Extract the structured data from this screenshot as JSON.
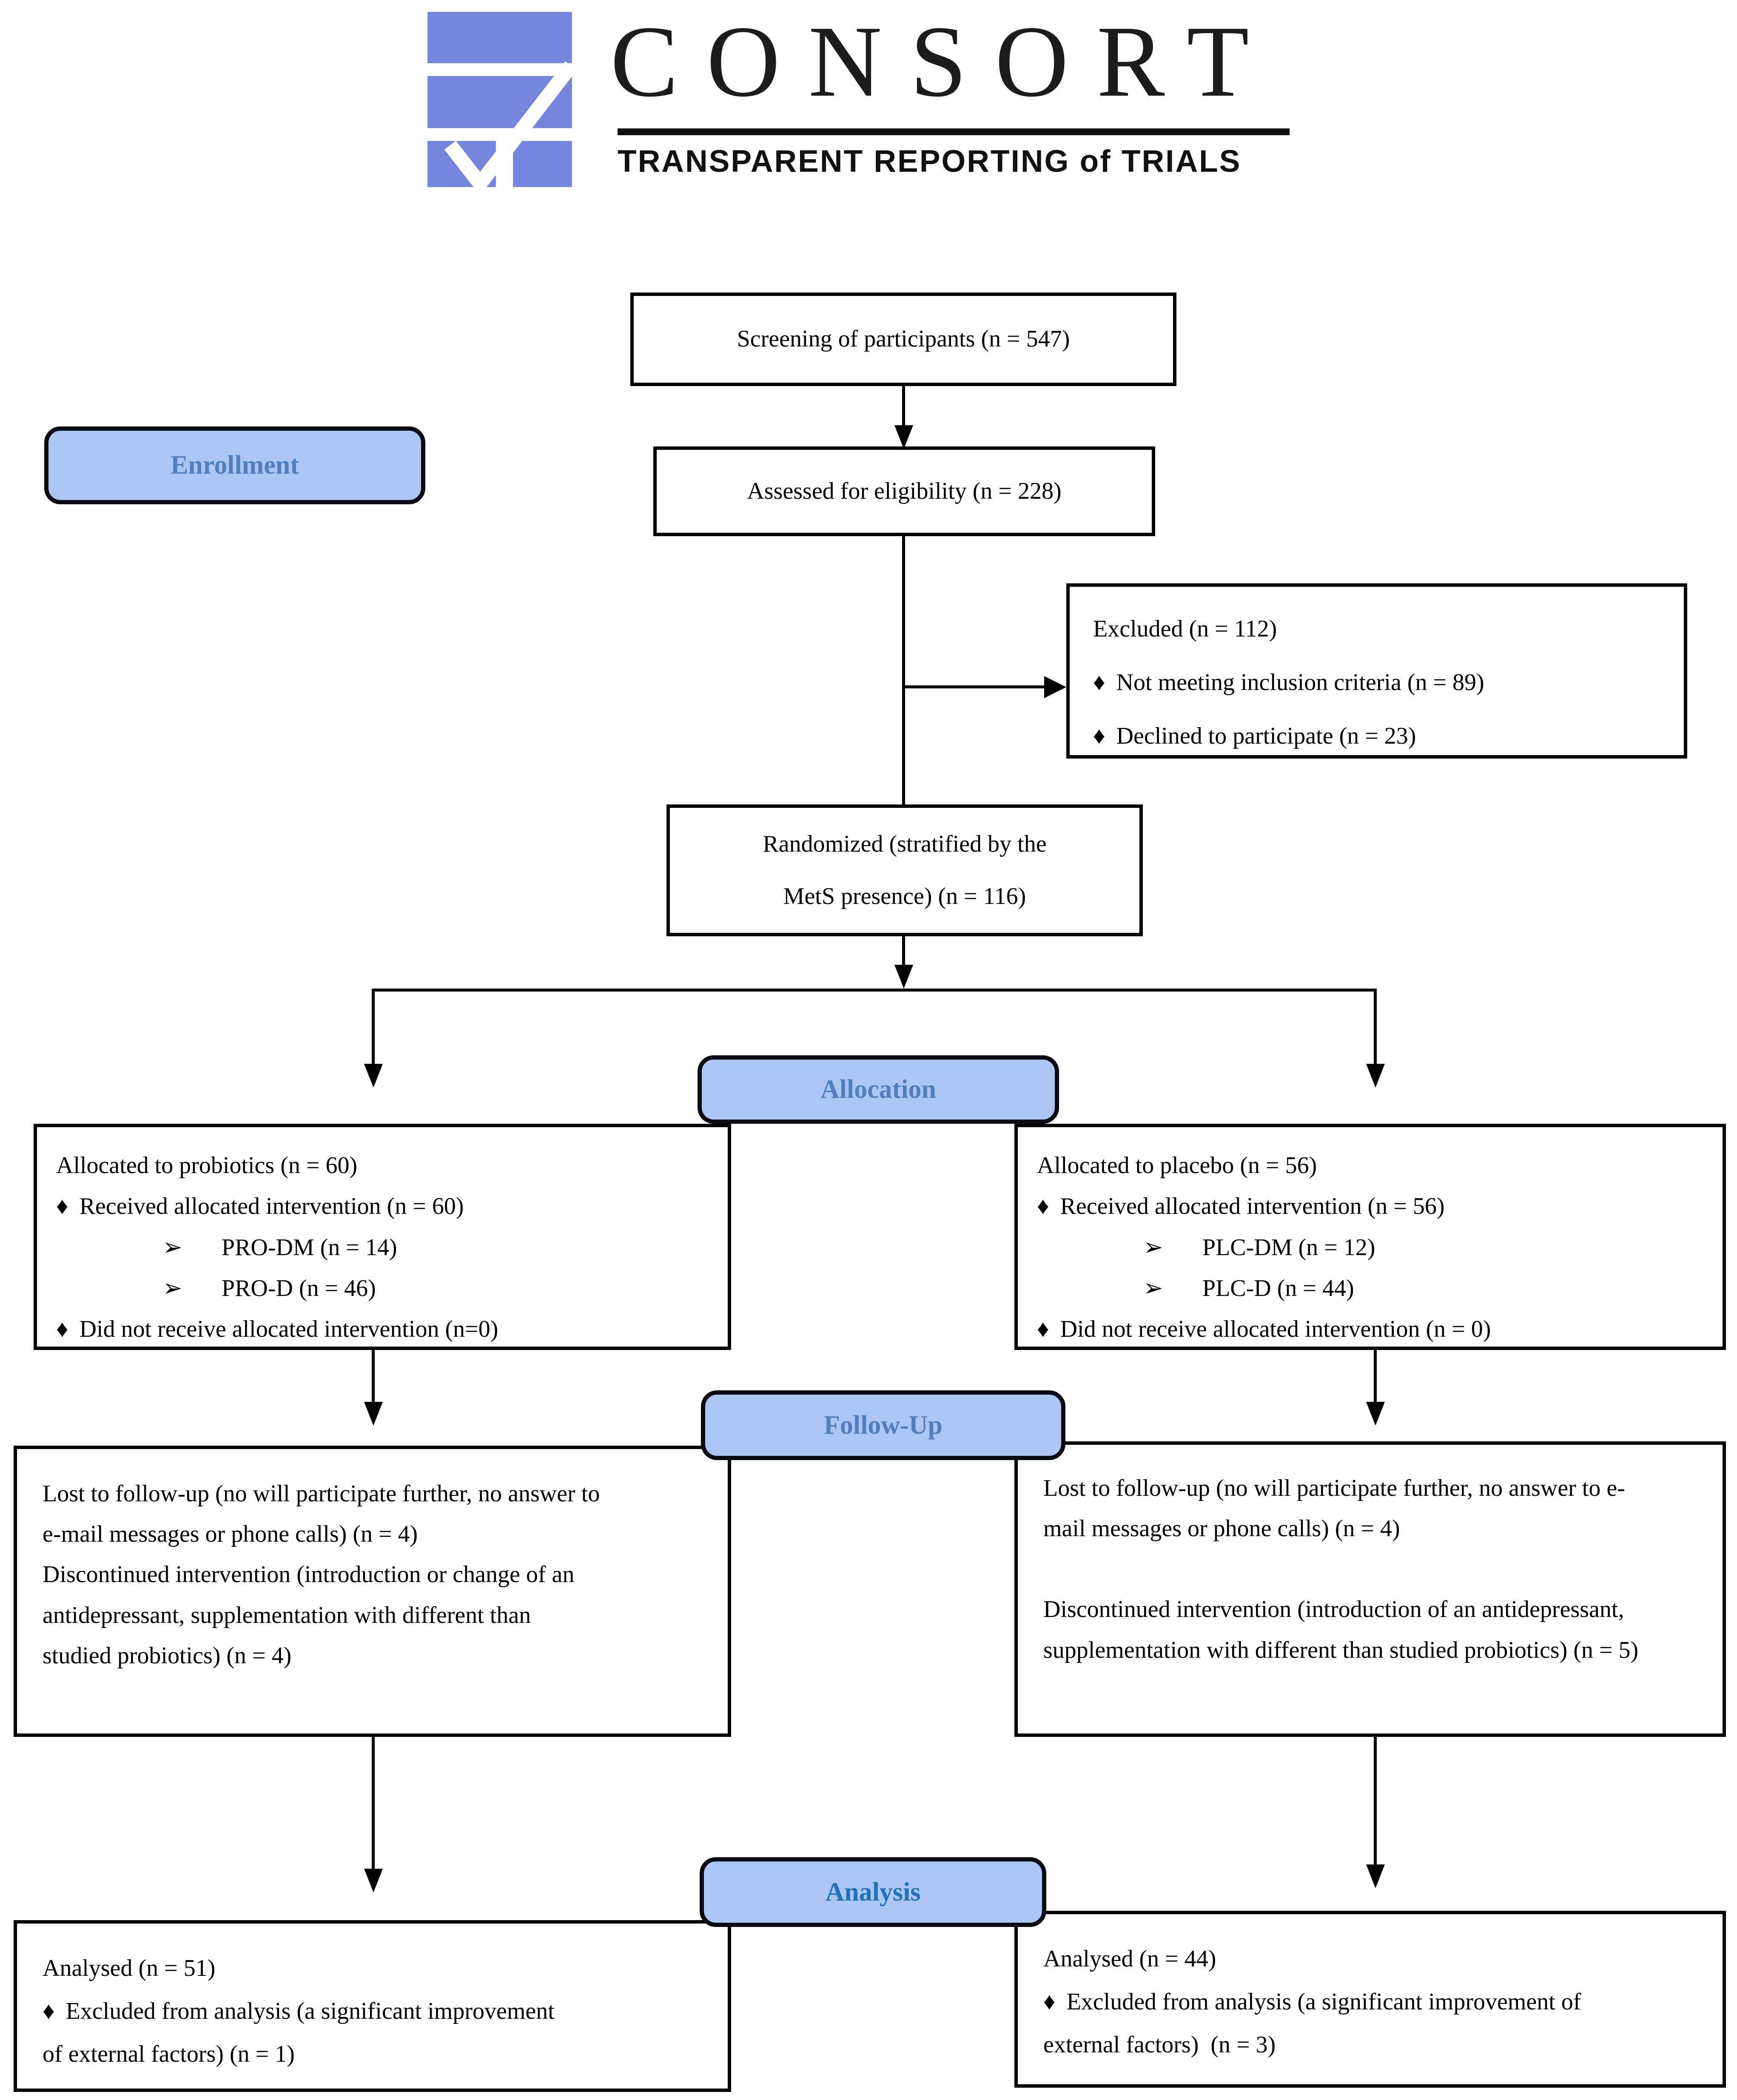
{
  "header": {
    "wordmark": "CONSORT",
    "tagline": "TRANSPARENT REPORTING of TRIALS"
  },
  "stages": {
    "enrollment": "Enrollment",
    "allocation": "Allocation",
    "followup": "Follow-Up",
    "analysis": "Analysis"
  },
  "boxes": {
    "screening": "Screening of participants (n = 547)",
    "assessed": "Assessed for eligibility (n = 228)",
    "excluded": {
      "title": "Excluded (n = 112)",
      "item1": "Not meeting inclusion criteria (n = 89)",
      "item2": "Declined to participate (n = 23)"
    },
    "randomized": "Randomized (stratified by the MetS presence) (n = 116)",
    "alloc_left": {
      "title": "Allocated to probiotics (n = 60)",
      "received": "Received allocated intervention (n = 60)",
      "sub1": "PRO-DM (n = 14)",
      "sub2": "PRO-D (n = 46)",
      "not_received": "Did not receive allocated intervention (n=0)"
    },
    "alloc_right": {
      "title": "Allocated to placebo (n = 56)",
      "received": "Received allocated intervention (n = 56)",
      "sub1": "PLC-DM (n = 12)",
      "sub2": "PLC-D (n = 44)",
      "not_received": "Did not receive allocated intervention (n = 0)"
    },
    "fu_left": {
      "lost": "Lost to follow-up (no will participate further, no answer to e-mail messages or phone calls) (n = 4)",
      "discontinued": "Discontinued intervention (introduction or change of an antidepressant, supplementation with different than studied probiotics) (n = 4)"
    },
    "fu_right": {
      "lost": "Lost to follow-up (no will participate further, no answer to e-mail messages or phone calls) (n = 4)",
      "discontinued": "Discontinued intervention (introduction of an antidepressant, supplementation with different than studied probiotics) (n = 5)"
    },
    "an_left": {
      "title": "Analysed (n = 51)",
      "excluded": "Excluded from analysis (a significant improvement of external factors) (n = 1)"
    },
    "an_right": {
      "title": "Analysed (n = 44)",
      "excluded": "Excluded from analysis (a significant improvement of external factors)  (n = 3)"
    }
  },
  "glyphs": {
    "diamond": "♦",
    "arrow": "➢"
  },
  "colors": {
    "stage_fill": "#abc6f3",
    "stage_text": "#4f80bd",
    "analysis_stage_text": "#2173b9",
    "logo_icon_blue": "#7585de",
    "line_color": "#000000"
  }
}
